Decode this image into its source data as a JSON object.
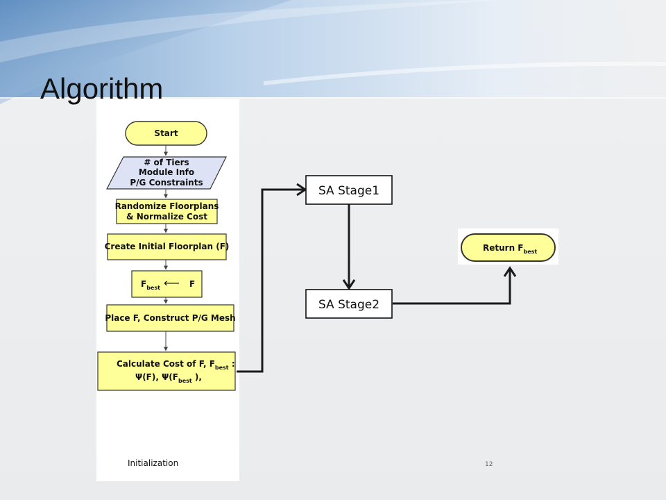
{
  "slide": {
    "title": "Algorithm",
    "page_number": "12"
  },
  "flowchart": {
    "start": "Start",
    "input_lines": [
      "# of Tiers",
      "Module Info",
      "P/G Constraints"
    ],
    "randomize_lines": [
      "Randomize Floorplans",
      "& Normalize Cost"
    ],
    "initial": "Create Initial Floorplan (F)",
    "assign": {
      "left": "F",
      "left_sub": "best",
      "arrow": "⟵",
      "right": "F"
    },
    "place": "Place F, Construct P/G Mesh",
    "cost": {
      "line1_a": "Calculate Cost of F, F",
      "line1_sub": "best",
      "line1_b": " :",
      "line2_a": "Ψ(F), Ψ(F",
      "line2_sub": "best",
      "line2_b": " ),"
    },
    "caption": "Initialization"
  },
  "sa": {
    "stage1": "SA Stage1",
    "stage2": "SA Stage2"
  },
  "result": {
    "label": "Return  F",
    "label_sub": "best"
  },
  "colors": {
    "flow_box": "#ffff99",
    "input_box": "#dde3f4",
    "title_band": "#aac8e6"
  }
}
